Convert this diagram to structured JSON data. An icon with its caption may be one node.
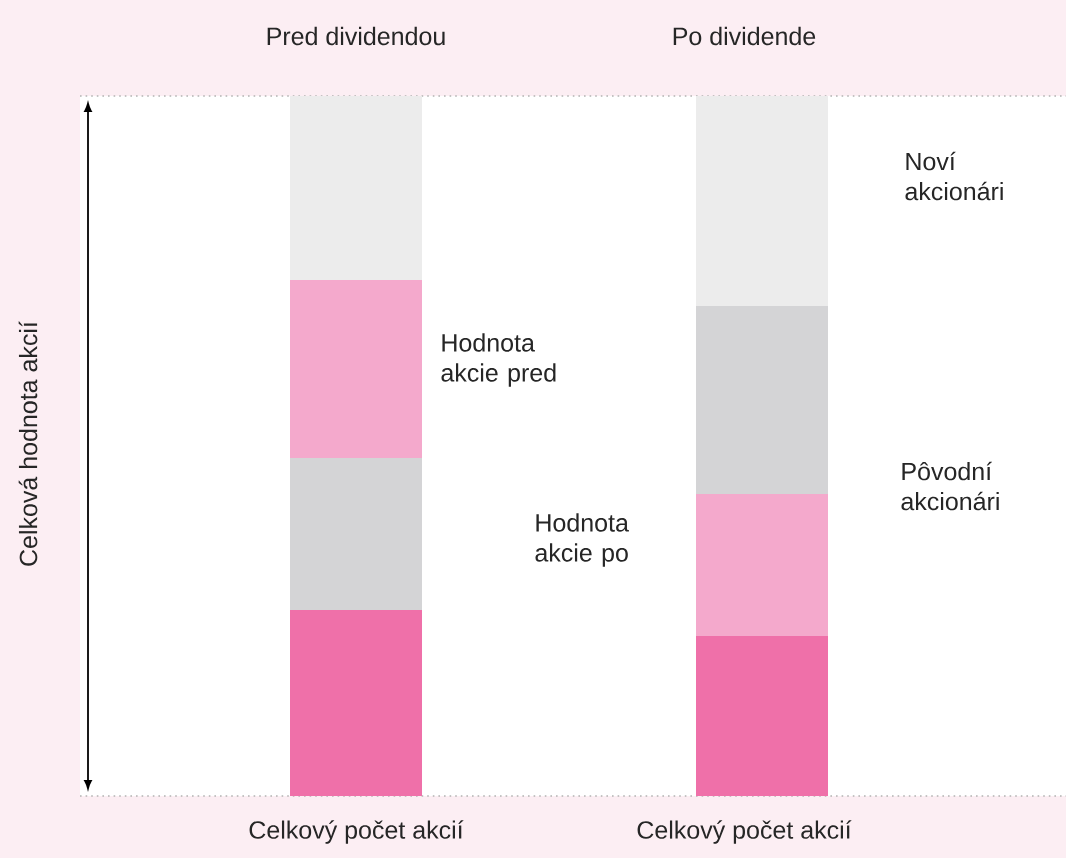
{
  "diagram": {
    "labels": [
      "Pred dividendou",
      "Po dividende",
      "Celková hodnota akcií",
      "Noví akcionári",
      "Hodnota akcie pred",
      "Pôvodní akcionári",
      "Hodnota akcie po",
      "Celkový počet akcií",
      "Celkový počet akcií"
    ]
  }
}
